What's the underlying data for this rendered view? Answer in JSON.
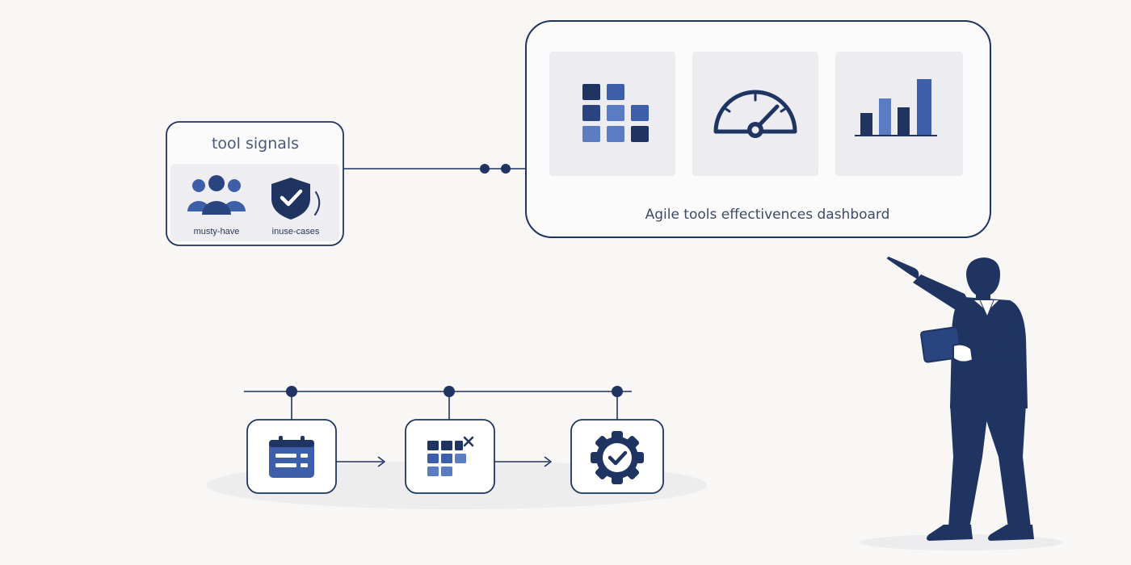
{
  "signals": {
    "title": "tool signals",
    "items": [
      {
        "label": "musty-have",
        "icon": "team-icon"
      },
      {
        "label": "inuse-cases",
        "icon": "shield-check-icon"
      }
    ]
  },
  "dashboard": {
    "caption": "Agile tools effectivences dashboard",
    "tiles": [
      {
        "icon": "grid-blocks-icon"
      },
      {
        "icon": "gauge-icon"
      },
      {
        "icon": "bar-chart-icon"
      }
    ]
  },
  "workflow": {
    "steps": [
      {
        "icon": "calendar-board-icon"
      },
      {
        "icon": "kanban-grid-icon"
      },
      {
        "icon": "badge-check-icon"
      }
    ]
  },
  "colors": {
    "navy": "#1f3461",
    "blue": "#3d5ea8",
    "light_blue": "#5b7cc2",
    "tile_bg": "#ececf1",
    "background": "#f8f7f6"
  }
}
